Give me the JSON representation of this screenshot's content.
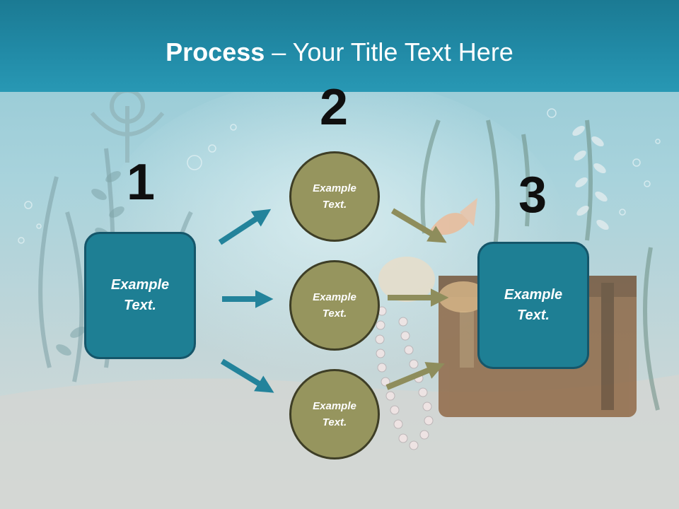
{
  "title": {
    "bold": "Process",
    "rest": " – Your Title Text Here"
  },
  "steps": {
    "one": "1",
    "two": "2",
    "three": "3"
  },
  "left_box": {
    "text": "Example Text."
  },
  "right_box": {
    "text": "Example Text."
  },
  "circles": [
    {
      "text": "Example Text."
    },
    {
      "text": "Example Text."
    },
    {
      "text": "Example Text."
    }
  ],
  "colors": {
    "teal_box": "#1e7f94",
    "olive_circle": "#96955e",
    "teal_arrow": "#23839b",
    "olive_arrow": "#8e8d5c",
    "title_bar": "#218aa6"
  }
}
